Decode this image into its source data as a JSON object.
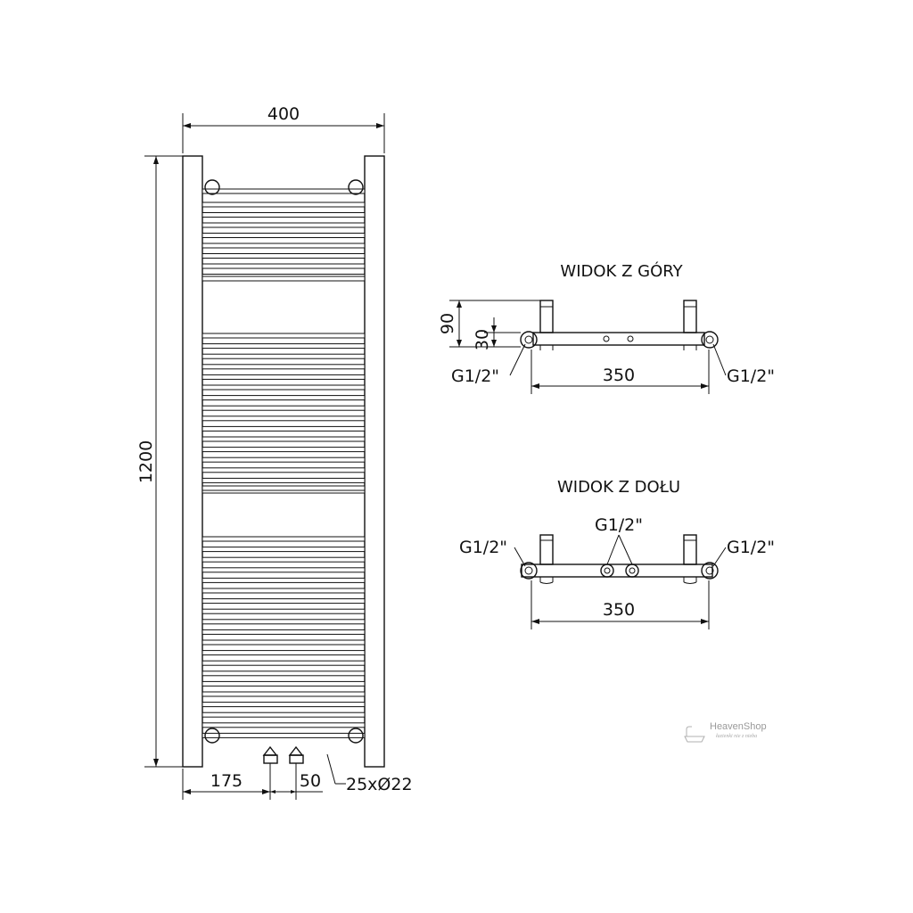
{
  "front": {
    "width": "400",
    "height": "1200",
    "offset": "175",
    "spacing": "50",
    "tubes": "25xØ22"
  },
  "top_view": {
    "title": "WIDOK Z GÓRY",
    "depth": "90",
    "wall": "30",
    "connector_left": "G1/2\"",
    "connector_right": "G1/2\"",
    "width": "350"
  },
  "bottom_view": {
    "title": "WIDOK Z DOŁU",
    "connector_center": "G1/2\"",
    "connector_left": "G1/2\"",
    "connector_right": "G1/2\"",
    "width": "350"
  },
  "watermark": {
    "brand": "HeavenShop",
    "tagline": "łazienki nie z nieba"
  },
  "colors": {
    "line": "#111111",
    "watermark": "#9a9a9a"
  }
}
